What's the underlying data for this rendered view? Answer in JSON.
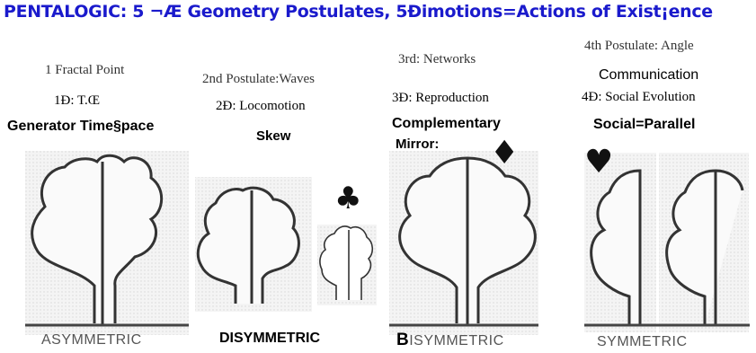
{
  "title": "PENTALOGIC: 5 ¬Æ Geometry Postulates, 5Ðimotions=Actions of Exist¡ence",
  "colors": {
    "title": "#1a1acc",
    "stroke": "#333333",
    "fill": "#f2f2f2"
  },
  "panels": [
    {
      "heading": "1 Fractal Point",
      "dimension": "1Ð: T.Œ",
      "subtitle": "Generator Time§pace",
      "caption": "ASYMMETRIC"
    },
    {
      "heading": "2nd Postulate:Waves",
      "dimension": "2Ð: Locomotion",
      "subtitle": "Skew",
      "caption": "DISYMMETRIC",
      "suit_icon": "club-icon"
    },
    {
      "heading": "3rd: Networks",
      "dimension": "3Ð: Reproduction",
      "subtitle_line1": "Complementary",
      "subtitle_line2": "Mirror:",
      "caption_initial": "B",
      "caption_rest": "ISYMMETRIC",
      "suit_icon": "diamond-icon"
    },
    {
      "heading": "4th Postulate:  Angle",
      "subheading": "Communication",
      "dimension": "4Ð: Social Evolution",
      "subtitle": "Social=Parallel",
      "caption": "SYMMETRIC",
      "suit_icon": "heart-icon"
    }
  ]
}
